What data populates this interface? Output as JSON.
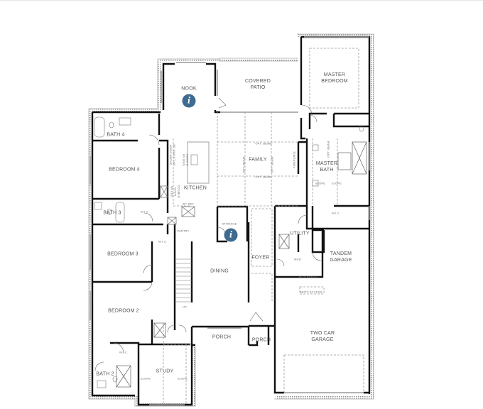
{
  "floorplan": {
    "rooms": {
      "nook": "NOOK",
      "covered_patio": "COVERED\nPATIO",
      "master_bedroom": "MASTER\nBEDROOM",
      "bath4": "BATH 4",
      "bedroom4": "BEDROOM 4",
      "kitchen": "KITCHEN",
      "family": "FAMILY",
      "master_bath": "MASTER\nBATH",
      "bath3": "BATH 3",
      "wic_bath3": "W.I.C.",
      "wic_master": "W.I.C.",
      "utility": "UTILITY",
      "storage": "STORAGE",
      "pantry": "PANTRY",
      "bedroom3": "BEDROOM 3",
      "wic_bedroom3": "W.I.C.",
      "tandem_garage": "TANDEM\nGARAGE",
      "dining": "DINING",
      "foyer": "FOYER",
      "mud": "MUD",
      "bedroom2": "BEDROOM 2",
      "wic_bedroom2": "W.I.C.",
      "porch_left": "PORCH",
      "porch_right": "PORCH",
      "two_car_garage": "TWO CAR\nGARAGE",
      "bath2": "BATH 2",
      "study": "STUDY"
    },
    "annotations": {
      "opt_beam_top": "OPT. BEAM",
      "opt_beam_mid": "OPT. BEAM",
      "opt_beam_left": "OPT. BEAM",
      "opt_beam_right": "OPT. BEAM",
      "opt_beam_master": "OPT. BEAM",
      "fireplace": "FIREPLACE",
      "range": "36\" GAS CT W/\nHOOD ABOVE",
      "sink": "SINK W/\nD.WASH",
      "oven": "DOUBLE\nOVEN\nW/ CKO",
      "ref": "36\" REF",
      "slope_master_l": "SLOPE",
      "slope_master_r": "SLOPE",
      "slope_study_l": "SLOPE",
      "slope_study_r": "SLOPE",
      "mud_bench": "MUD BENCH",
      "motz_access": "MOTZ ACCESS",
      "stairs_up": "UP"
    },
    "info_markers": [
      {
        "name": "nook-info",
        "glyph": "i"
      },
      {
        "name": "storage-info",
        "glyph": "i"
      }
    ],
    "colors": {
      "wall": "#111111",
      "dash": "#9a9a9a",
      "info": "#3f6b91"
    }
  }
}
